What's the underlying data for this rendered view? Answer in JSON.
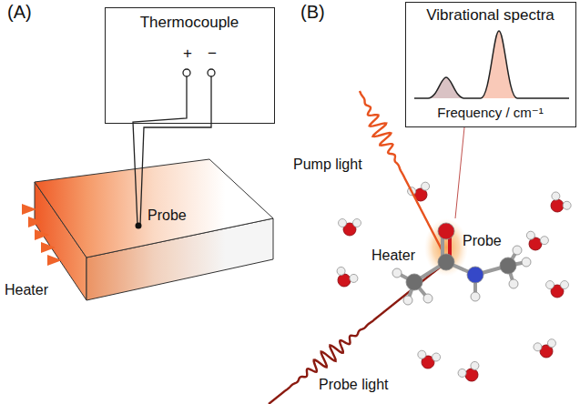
{
  "diagram": {
    "nodes": [
      {
        "text": [
          "Thermocouple",
          "+",
          "−"
        ]
      },
      {
        "text": [
          "Vibrational spectra",
          "Frequency / cm⁻¹"
        ]
      }
    ],
    "labels": [
      "(A)",
      "(B)",
      "Probe",
      "Heater",
      "Pump light",
      "Heater",
      "Probe",
      "Probe light"
    ]
  }
}
